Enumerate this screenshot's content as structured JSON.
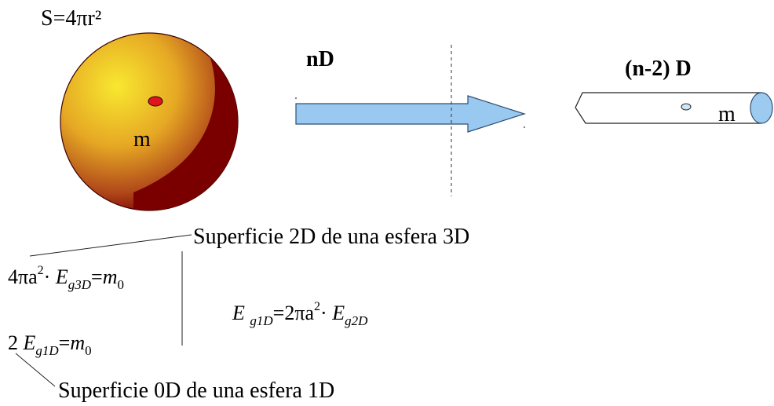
{
  "sphere": {
    "surface_formula": "S=4πr²",
    "mass_label": "m",
    "colors": {
      "light": "#f5d82a",
      "mid": "#d8881c",
      "dark": "#7a0000",
      "mass_point": "#e0141e"
    }
  },
  "transition": {
    "from_label": "nD",
    "to_label": "(n-2) D",
    "arrow_color": "#99c9f0"
  },
  "cylinder": {
    "mass_label": "m",
    "end_color": "#9dcbf0"
  },
  "equations": {
    "label_top": "Superficie 2D de una esfera 3D",
    "label_bottom": "Superficie 0D de una esfera 1D",
    "eq1": {
      "coef": "4πa",
      "exp": "2",
      "dot": "·",
      "E": "E",
      "sub": "g3D",
      "eq": "=",
      "m": "m",
      "msub": "0"
    },
    "eq2": {
      "coef": "2",
      "E": "E",
      "sub": "g1D",
      "eq": "=",
      "m": "m",
      "msub": "0"
    },
    "eq3": {
      "E1": "E",
      "sub1": "g1D",
      "eq": "=",
      "coef": "2πa",
      "exp": "2",
      "dot": "·",
      "E2": "E",
      "sub2": "g2D"
    }
  }
}
